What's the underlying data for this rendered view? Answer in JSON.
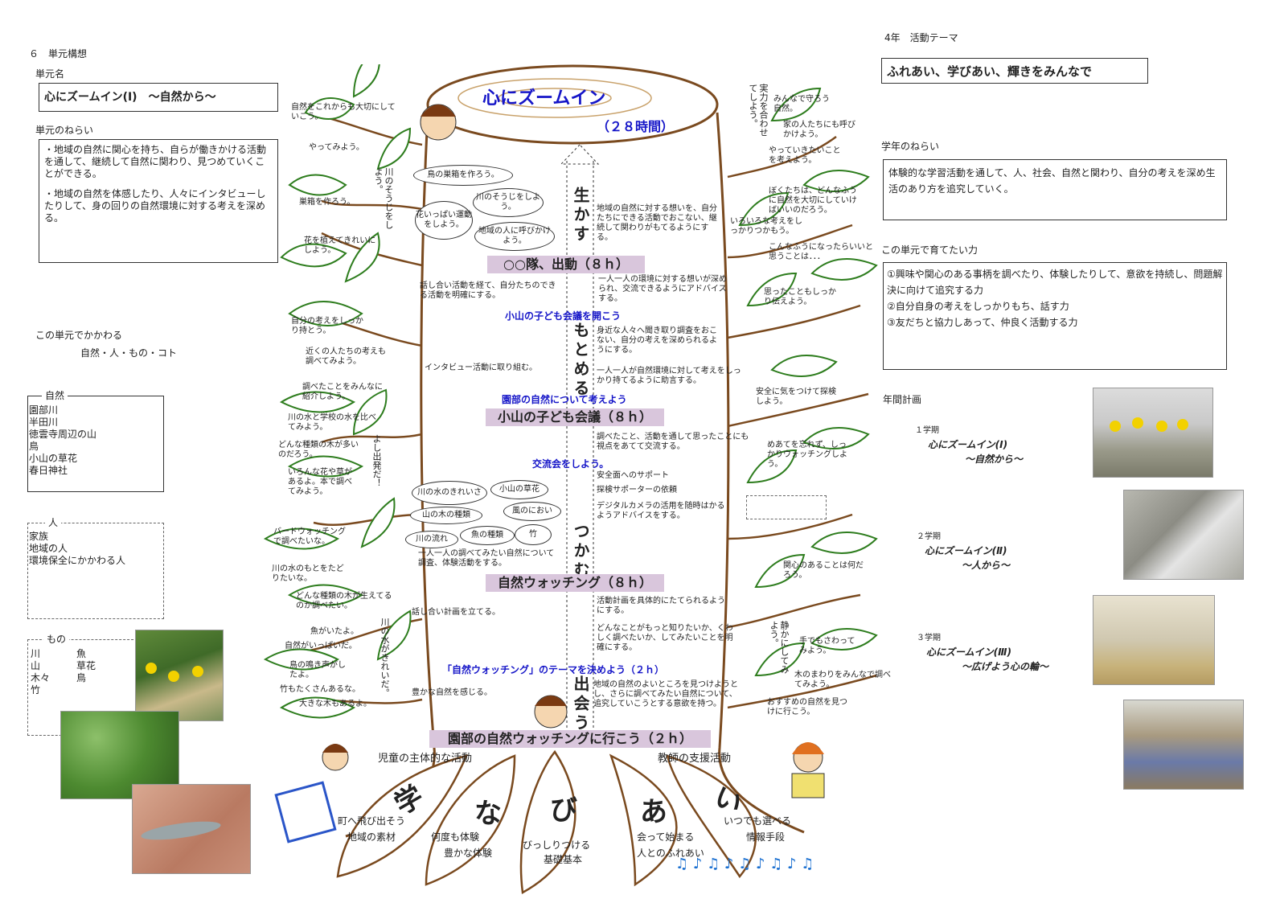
{
  "left": {
    "section": "６　単元構想",
    "unit_name_label": "単元名",
    "unit_name": "心にズームイン(Ⅰ)　～自然から～",
    "aim_label": "単元のねらい",
    "aims": [
      "・地域の自然に関心を持ち、自らが働きかける活動を通して、継続して自然に関わり、見つめていくことができる。",
      "・地域の自然を体感したり、人々にインタビューしたりして、身の回りの自然環境に対する考えを深める。"
    ],
    "relate_label": "この単元でかかわる",
    "relate_items": "自然・人・もの・コト",
    "nature_label": "自然",
    "nature_items": [
      "園部川",
      "半田川",
      "徳雲寺周辺の山",
      "鳥",
      "小山の草花",
      "春日神社"
    ],
    "people_label": "人",
    "people_items": [
      "家族",
      "地域の人",
      "環境保全にかかわる人"
    ],
    "things_label": "もの",
    "things_col1": [
      "川",
      "山",
      "木々",
      "竹"
    ],
    "things_col2": [
      "魚",
      "草花",
      "鳥"
    ]
  },
  "right": {
    "theme_label": "4年　活動テーマ",
    "theme": "ふれあい、学びあい、輝きをみんなで",
    "grade_aim_label": "学年のねらい",
    "grade_aim": "体験的な学習活動を通して、人、社会、自然と関わり、自分の考えを深め生活のあり方を追究していく。",
    "skills_label": "この単元で育てたい力",
    "skills": [
      "①興味や関心のある事柄を調べたり、体験したりして、意欲を持続し、問題解決に向けて追究する力",
      "②自分自身の考えをしっかりもち、話す力",
      "③友だちと協力しあって、仲良く活動する力"
    ],
    "plan_label": "年間計画",
    "terms": [
      {
        "term": "１学期",
        "title": "心にズームイン(Ⅰ)",
        "sub": "～自然から～"
      },
      {
        "term": "２学期",
        "title": "心にズームイン(Ⅱ)",
        "sub": "～人から～"
      },
      {
        "term": "３学期",
        "title": "心にズームイン(Ⅲ)",
        "sub": "～広げよう心の輪～"
      }
    ]
  },
  "tree": {
    "title": "心にズームイン",
    "hours": "（２８時間）",
    "stages": [
      "○○隊、出動（８ｈ）",
      "小山の子ども会議（８ｈ）",
      "自然ウォッチング（８ｈ）",
      "園部の自然ウォッチングに行こう（２ｈ）"
    ],
    "verbs": [
      "生かす",
      "もとめる",
      "つかむ",
      "出会う"
    ],
    "blue_labels": [
      "小山の子ども会議を開こう",
      "園部の自然について考えよう",
      "交流会をしよう。",
      "「自然ウォッチング」のテーマを決めよう（２ｈ）"
    ],
    "child_label": "児童の主体的な活動",
    "teacher_label": "教師の支援活動",
    "center_left": [
      "話し合い活動を経て、自分たちのできる活動を明確にする。",
      "インタビュー活動に取り組む。",
      "一人一人の調べてみたい自然について調査、体験活動をする。",
      "話し合い計画を立てる。",
      "豊かな自然を感じる。"
    ],
    "center_right": [
      "地域の自然に対する想いを、自分たちにできる活動でおこない、継続して関わりがもてるようにする。",
      "一人一人の環境に対する想いが深められ、交流できるようにアドバイスする。",
      "身近な人々へ聞き取り調査をおこない、自分の考えを深められるようにする。",
      "一人一人が自然環境に対して考えをしっかり持てるように助言する。",
      "調べたこと、活動を通して思ったことにも視点をあてて交流する。",
      "安全面へのサポート",
      "探検サポーターの依頼",
      "デジタルカメラの活用を随時はかるようアドバイスをする。",
      "活動計画を具体的にたてられるようにする。",
      "どんなことがもっと知りたいか、くわしく調べたいか、してみたいことを明確にする。",
      "地域の自然のよいところを見つけようとし、さらに調べてみたい自然について、追究していこうとする意欲を持つ。"
    ],
    "bubbles": [
      "鳥の巣箱を作ろう。",
      "川のそうじをしよう。",
      "花いっぱい運動をしよう。",
      "地域の人に呼びかけよう。"
    ],
    "watch_bubbles": [
      "川の水のきれいさ",
      "小山の草花",
      "山の木の種類",
      "風のにおい",
      "川の流れ",
      "魚の種類",
      "竹"
    ],
    "left_leaves": [
      "自然をこれからも大切にしていこう。",
      "やってみよう。",
      "巣箱を作ろう。",
      "花を植えてきれいにしよう。",
      "自分の考えをしっかり持とう。",
      "近くの人たちの考えも調べてみよう。",
      "調べたことをみんなに紹介しよう。",
      "川の水と学校の水を比べてみよう。",
      "どんな種類の木が多いのだろう。",
      "いろんな花や草があるよ。本で調べてみよう。",
      "バードウォッチングで調べたいな。",
      "川の水のもとをたどりたいな。",
      "どんな種類の木が生えてるのか調べたい。",
      "魚がいたよ。",
      "自然がいっぱいだ。",
      "鳥の鳴き声がしたよ。",
      "竹もたくさんあるな。",
      "大きな木もあるよ。"
    ],
    "left_vert": [
      "川のそうじをしよう。",
      "よし出発だ！",
      "川の水がきれいだ。"
    ],
    "right_leaves": [
      "みんなで守ろう自然。",
      "家の人たちにも呼びかけよう。",
      "やっていきたいことを考えよう。",
      "ぼくたちは、どんなふうに自然を大切にしていけばいいのだろう。",
      "いろいろな考えをしっかりつかもう。",
      "こんなふうになったらいいと思うことは．．．",
      "思ったこともしっかり伝えよう。",
      "安全に気をつけて探検しよう。",
      "めあてを忘れず、しっかりウォッチングしよう。",
      "関心のあることは何だろう。",
      "手でもさわってみよう。",
      "木のまわりをみんなで調べてみよう。",
      "おすすめの自然を見つけに行こう。"
    ],
    "right_vert": [
      "実力を合わせてしよう。",
      "静かにしてみよう。"
    ],
    "roots": [
      {
        "big": "学",
        "lines": [
          "町へ飛び出そう",
          "地域の素材"
        ]
      },
      {
        "big": "な",
        "lines": [
          "何度も体験",
          "豊かな体験"
        ]
      },
      {
        "big": "び",
        "lines": [
          "びっしりつける",
          "基礎基本"
        ]
      },
      {
        "big": "あ",
        "lines": [
          "会って始まる",
          "人とのふれあい"
        ]
      },
      {
        "big": "い",
        "lines": [
          "いつでも選べる",
          "情報手段"
        ]
      }
    ]
  },
  "colors": {
    "leaf": "#2e7d1e",
    "trunk": "#7a4a1f",
    "stage_bar": "#d9c6dc",
    "blue_text": "#1515c8"
  }
}
